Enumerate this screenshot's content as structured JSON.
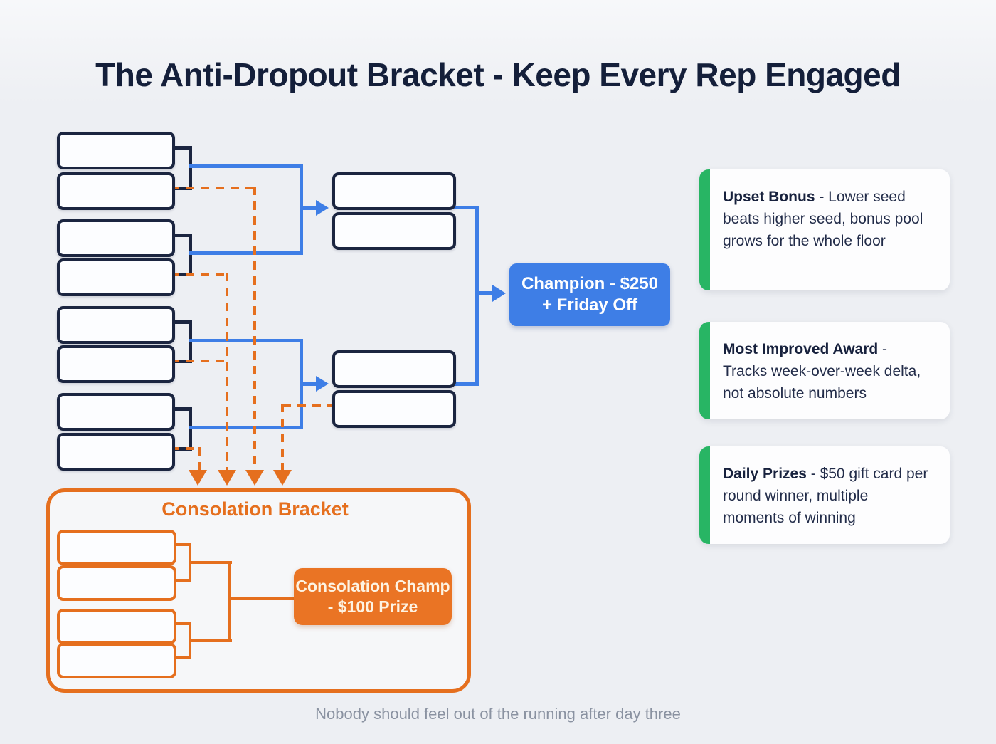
{
  "title": "The Anti-Dropout Bracket - Keep Every Rep Engaged",
  "colors": {
    "navy": "#1b2540",
    "blue": "#3e7ee6",
    "orange": "#e56f1e",
    "green": "#28b564",
    "bg": "#edeff3",
    "card_bg": "#fdfdfe",
    "footer": "#8a92a1"
  },
  "main_bracket": {
    "round1_slots": 8,
    "semifinal_slots": 4,
    "champion": {
      "lines": [
        "Champion - $250",
        "+ Friday Off"
      ]
    }
  },
  "consolation": {
    "title": "Consolation Bracket",
    "slots": 4,
    "champion": {
      "lines": [
        "Consolation Champ",
        "- $100 Prize"
      ]
    }
  },
  "cards": [
    {
      "title": "Upset Bonus",
      "description": "- Lower seed beats higher seed, bonus pool grows for the whole floor"
    },
    {
      "title": "Most Improved Award",
      "description": "- Tracks week-over-week delta, not absolute numbers"
    },
    {
      "title": "Daily Prizes",
      "description": "- $50 gift card per round winner, multiple moments of winning"
    }
  ],
  "footer": "Nobody should feel out of the running after day three"
}
